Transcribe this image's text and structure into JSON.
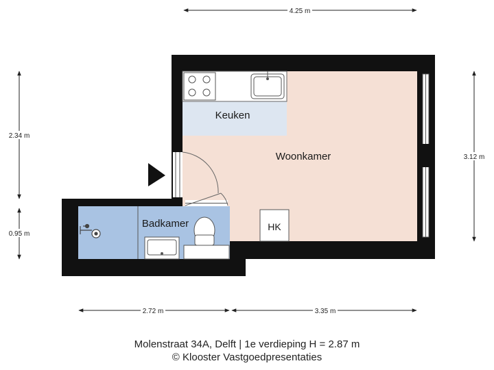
{
  "dimensions": {
    "top_width": "4.25 m",
    "left_upper_height": "2.34 m",
    "left_lower_height": "0.95 m",
    "right_height": "3.12 m",
    "bottom_left_width": "2.72 m",
    "bottom_right_width": "3.35 m"
  },
  "rooms": {
    "kitchen": "Keuken",
    "living": "Woonkamer",
    "bathroom": "Badkamer",
    "closet": "HK"
  },
  "caption": {
    "address": "Molenstraat 34A, Delft | 1e verdieping H = 2.87 m",
    "copyright": "© Klooster Vastgoedpresentaties"
  },
  "colors": {
    "wall": "#111111",
    "living_floor": "#f5e0d5",
    "kitchen_floor": "#dde6f1",
    "bathroom_floor": "#a9c3e3",
    "dimension_line": "#222222"
  }
}
